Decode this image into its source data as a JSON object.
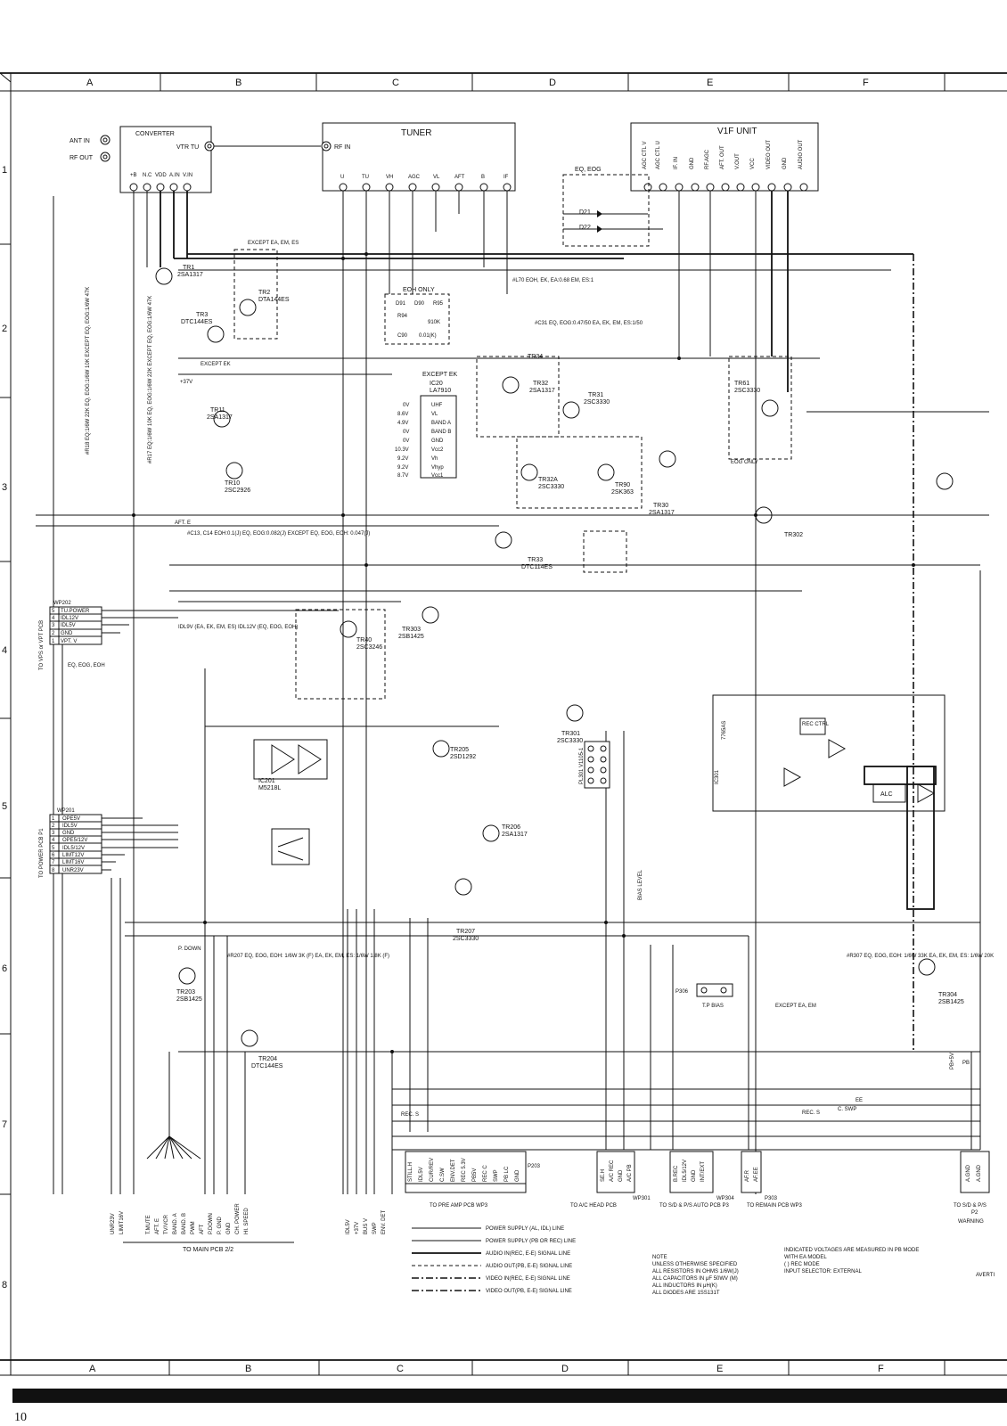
{
  "page_number": "10",
  "columns": [
    "A",
    "B",
    "C",
    "D",
    "E",
    "F"
  ],
  "rows": [
    "1",
    "2",
    "3",
    "4",
    "5",
    "6",
    "7",
    "8"
  ],
  "blocks": {
    "converter": {
      "title": "CONVERTER",
      "ant_in": "ANT IN",
      "rf_out": "RF OUT",
      "vtr_tu": "VTR TU",
      "pins": [
        "+B",
        "N.C",
        "VDD",
        "A.IN",
        "V.IN"
      ]
    },
    "tuner": {
      "title": "TUNER",
      "rf_in": "RF IN",
      "pins": [
        "U",
        "TU",
        "VH",
        "AGC",
        "VL",
        "AFT",
        "B",
        "IF"
      ]
    },
    "vif": {
      "title": "V1F UNIT",
      "pins": [
        "AGC CTL V",
        "AGC CTL U",
        "IF. IN",
        "GND",
        "RF.AGC",
        "AFT. OUT",
        "V.OUT",
        "VCC",
        "VIDEO OUT",
        "GND",
        "AUDIO OUT"
      ]
    },
    "eq_eog": "EQ, EOG",
    "ic20": {
      "name": "IC20",
      "part": "LA7910",
      "except": "EXCEPT EK",
      "pins": [
        "UHF",
        "VL",
        "BAND A",
        "BAND B",
        "GND",
        "Vcc2",
        "Vh",
        "Vhyp",
        "Vcc1"
      ],
      "volts": [
        "0V",
        "8.6V",
        "4.9V",
        "0V",
        "0V",
        "10.3V",
        "9.2V",
        "9.2V",
        "8.7V"
      ]
    },
    "ic201": {
      "name": "IC201",
      "part": "M5218L"
    },
    "ic301": {
      "name": "IC301",
      "part": "7765AS"
    },
    "alc": "ALC",
    "rec_ctrl": "REC CTRL"
  },
  "notes": {
    "except_ea": "EXCEPT EA, EM, ES",
    "except_ek": "EXCEPT EK",
    "eoh_only": "EOH ONLY",
    "eog_only": "EOG ONLY",
    "l70": "#L70 EOH, EK, EA:0.68 EM, ES:1",
    "c31": "#C31 EQ, EOG:0.47/50 EA, EK, EM, ES:1/50",
    "r18": "#R18 EQ:1/6W 22K EQ, EOG:1/6W 10K EXCEPT EQ, EOG:1/6W 47K",
    "r17": "#R17 EQ:1/6W 10K EQ, EOG:1/6W 22K EXCEPT EQ, EOG:1/6W 47K",
    "c13": "#C13, C14 EOH:0.1(J) EQ, EOG:0.082(J) EXCEPT EQ, EOG, EOH: 0.047(J)",
    "r207": "#R207 EQ, EOG, EOH: 1/6W 3K (F) EA, EK, EM, ES: 1/6W 1.8K (F)",
    "r307": "#R307 EQ, EOG, EOH: 1/6W 33K EA, EK, EM, ES: 1/6W 20K",
    "except_ea_em": "EXCEPT EA, EM"
  },
  "transistors": [
    {
      "name": "TR1",
      "part": "2SA1317"
    },
    {
      "name": "TR2",
      "part": "DTA144ES"
    },
    {
      "name": "TR3",
      "part": "DTC144ES"
    },
    {
      "name": "TR11",
      "part": "2SA1317"
    },
    {
      "name": "TR10",
      "part": "2SC2926"
    },
    {
      "name": "TR30",
      "part": "2SA1317"
    },
    {
      "name": "TR31",
      "part": "2SC3330"
    },
    {
      "name": "TR32",
      "part": "2SA1317"
    },
    {
      "name": "TR32A",
      "part": "2SC3330"
    },
    {
      "name": "TR33",
      "part": "DTC114ES"
    },
    {
      "name": "TR34",
      "part": ""
    },
    {
      "name": "TR40",
      "part": "2SC3246"
    },
    {
      "name": "TR61",
      "part": "2SC3330"
    },
    {
      "name": "TR90",
      "part": "2SK363"
    },
    {
      "name": "TR203",
      "part": "2SB1425"
    },
    {
      "name": "TR204",
      "part": "DTC144ES"
    },
    {
      "name": "TR205",
      "part": "2SD1292"
    },
    {
      "name": "TR206",
      "part": "2SA1317"
    },
    {
      "name": "TR207",
      "part": "2SC3330"
    },
    {
      "name": "TR301",
      "part": "2SC3330"
    },
    {
      "name": "TR302",
      "part": ""
    },
    {
      "name": "TR303",
      "part": "2SB1425"
    },
    {
      "name": "TR304",
      "part": "2SB1425"
    }
  ],
  "connectors": {
    "wp202": {
      "name": "WP202",
      "to": "TO VPS or VPT PCB",
      "pins": [
        "TU.POWER",
        "IDL12V",
        "IDL5V",
        "GND",
        "VPT. V"
      ],
      "note": "EQ, EOG, EOH"
    },
    "wp201": {
      "name": "WP201",
      "to": "TO POWER PCB P1",
      "pins": [
        "OPE5V",
        "IDL5V",
        "GND",
        "OPE5/12V",
        "IDL5/12V",
        "LIMT12V",
        "LIMT16V",
        "UNR23V"
      ]
    },
    "p203": {
      "name": "P203",
      "to": "TO PRE AMP PCB WP3",
      "pins": [
        "STILL.H",
        "IDL5V",
        "CUR/REV",
        "C.SW",
        "ENV.DET",
        "REC 5.3V",
        "PB5V",
        "REC C",
        "SWP",
        "PB LC",
        "GND"
      ]
    },
    "wp301": {
      "name": "WP301",
      "to": "TO A/C HEAD PCB",
      "pins": [
        "SE.H",
        "A/C REC",
        "GND",
        "A/C PB"
      ]
    },
    "wp304": {
      "name": "WP304",
      "to": "TO S/D & P/S AUTO PCB P3",
      "pins": [
        "B.REC",
        "IDL5/12V",
        "GND",
        "INT/EXT"
      ]
    },
    "p303": {
      "name": "P303",
      "to": "TO REMAIN PCB WP3",
      "pins": [
        "AF.R",
        "AF.EE"
      ]
    },
    "p2": {
      "name": "P2",
      "to": "TO S/D & P/S",
      "pins": [
        "A.GND",
        "A.GND"
      ]
    },
    "main_pcb": {
      "to": "TO MAIN PCB 2/2",
      "left": [
        "UNR23V",
        "LIMIT16V"
      ],
      "fan": [
        "T.MUTE",
        "AFT. E",
        "TV/VCR",
        "BAND. A",
        "BAND. B",
        "PWM",
        "AFT",
        "P.DOWN"
      ],
      "right": [
        "P. GND",
        "GND",
        "CH. POWER",
        "HI. SPEED"
      ]
    },
    "bus_out": [
      "IDL5V",
      "+37V",
      "BUS V",
      "SWP",
      "ENV. DET"
    ],
    "p306": {
      "name": "P306",
      "label": "T.P BIAS"
    }
  },
  "legend": [
    {
      "style": "thin",
      "text": "POWER SUPPLY (AL, IDL) LINE"
    },
    {
      "style": "thin",
      "text": "POWER SUPPLY (PB OR REC) LINE"
    },
    {
      "style": "bold",
      "text": "AUDIO IN(REC, E-E) SIGNAL LINE"
    },
    {
      "style": "dash",
      "text": "AUDIO OUT(PB, E-E) SIGNAL LINE"
    },
    {
      "style": "dashdot",
      "text": "VIDEO IN(REC, E-E) SIGNAL LINE"
    },
    {
      "style": "dashdot2",
      "text": "VIDEO OUT(PB, E-E) SIGNAL LINE"
    }
  ],
  "note_block": {
    "title": "NOTE",
    "lines": [
      "UNLESS OTHERWISE SPECIFIED",
      "ALL RESISTORS IN OHMS 1/6W(J)",
      "ALL CAPACITORS IN μF 50WV (M)",
      "ALL INDUCTORS IN μH(K)",
      "ALL DIODES ARE 1SS131T"
    ]
  },
  "indication": {
    "lines": [
      "INDICATED VOLTAGES ARE MEASURED IN PB MODE",
      "WITH EA MODEL",
      "(    ) REC MODE",
      "INPUT SELECTOR: EXTERNAL"
    ]
  },
  "corner_texts": {
    "warning": "WARNING",
    "averti": "AVERTI"
  },
  "labels_misc": {
    "bias_level": "BIAS LEVEL",
    "pl301": "PL301 V1105-1",
    "rec5": "REC. S",
    "pdown": "P. DOWN",
    "pb5v": "PB+5V",
    "pb": "PB",
    "ee": "EE",
    "cswp": "C. SWP",
    "afte": "AFT. E",
    "idl9v": "IDL9V (EA, EK, EM, ES) IDL12V (EQ, EOG, EOH)",
    "v37": "+37V"
  }
}
